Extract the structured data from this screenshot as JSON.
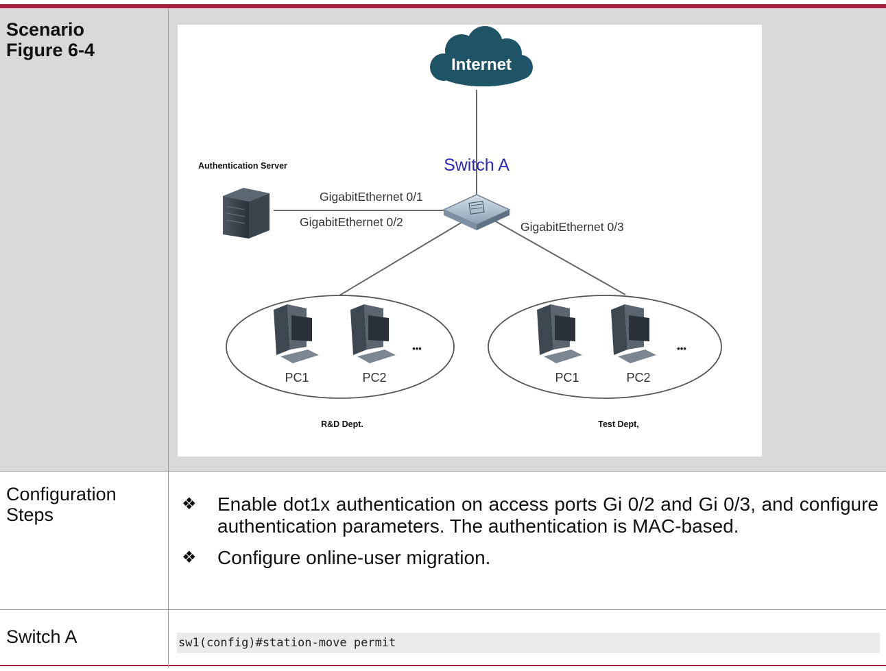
{
  "scenario": {
    "label_line1": "Scenario",
    "label_line2": "Figure 6-4"
  },
  "figure": {
    "internet_label": "Internet",
    "switch_label": "Switch A",
    "auth_server_label": "Authentication Server",
    "port1_label": "GigabitEthernet 0/1",
    "port2_label": "GigabitEthernet 0/2",
    "port3_label": "GigabitEthernet 0/3",
    "dept1": {
      "pc1": "PC1",
      "pc2": "PC2",
      "ellipsis": "•••",
      "name": "R&D Dept."
    },
    "dept2": {
      "pc1": "PC1",
      "pc2": "PC2",
      "ellipsis": "•••",
      "name": "Test Dept,"
    },
    "colors": {
      "cloud": "#1f5466",
      "switch_label": "#2b2bb8",
      "line": "#666666"
    }
  },
  "steps": {
    "label": "Configuration Steps",
    "items": [
      "Enable dot1x authentication on access ports Gi 0/2 and Gi 0/3, and configure authentication parameters. The authentication is MAC-based.",
      "Configure online-user migration."
    ],
    "bullet": "❖"
  },
  "switch_a": {
    "label": "Switch A",
    "command": "sw1(config)#station-move permit"
  },
  "colors": {
    "accent": "#a41f3f",
    "shade": "#d9d9d9",
    "code_bg": "#ebebeb"
  }
}
